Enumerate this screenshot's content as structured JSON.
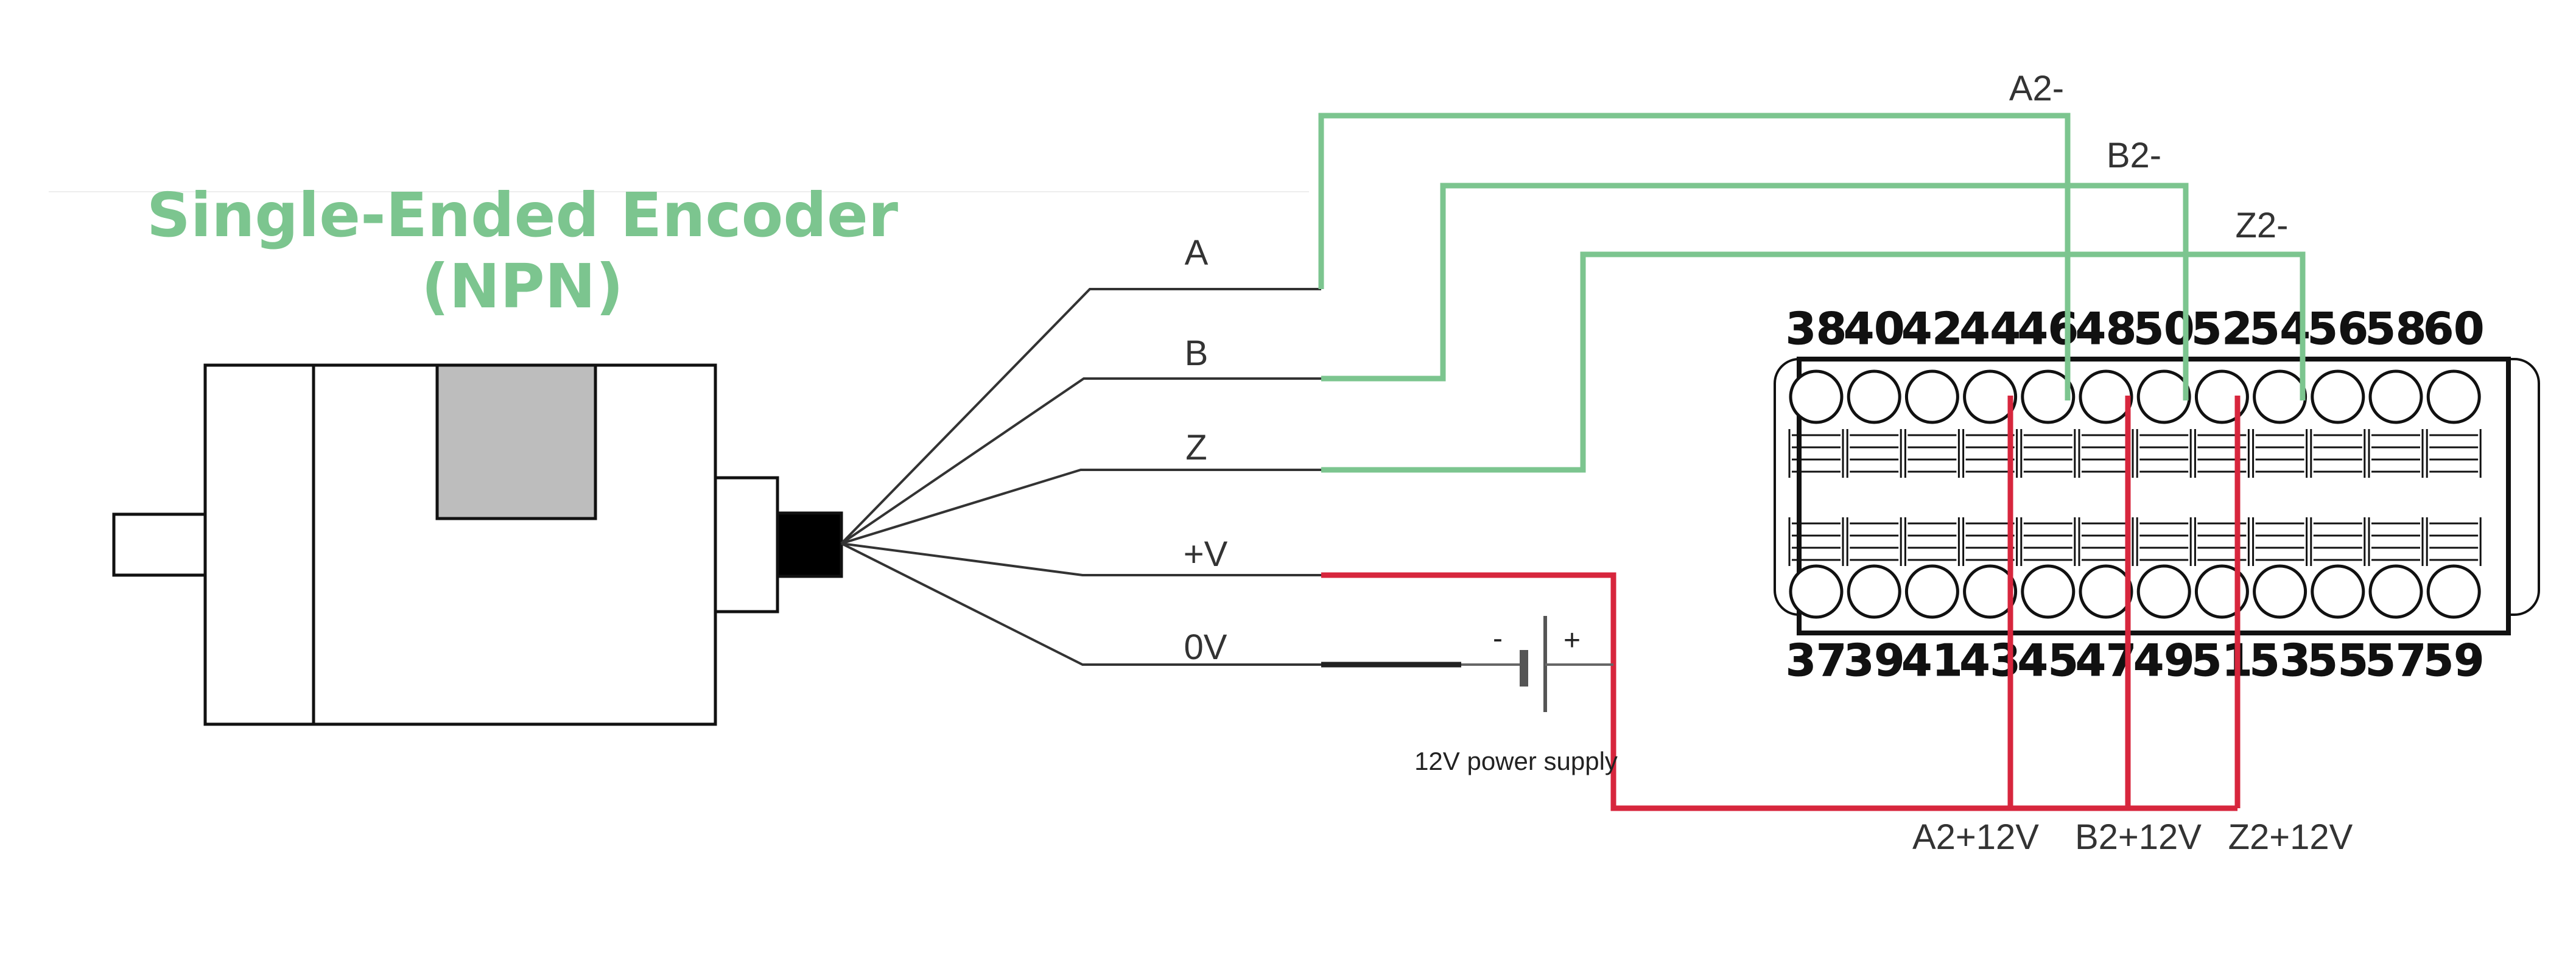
{
  "title": {
    "line1": "Single-Ended Encoder",
    "line2": "(NPN)"
  },
  "encoder_wires": {
    "a": "A",
    "b": "B",
    "z": "Z",
    "vplus": "+V",
    "zero_v": "0V"
  },
  "terminal_connections": {
    "a2_minus": "A2-",
    "b2_minus": "B2-",
    "z2_minus": "Z2-",
    "a2_plus": "A2+12V",
    "b2_plus": "B2+12V",
    "z2_plus": "Z2+12V"
  },
  "power_supply": {
    "label": "12V power supply",
    "minus": "-",
    "plus": "+"
  },
  "terminal_block": {
    "top_numbers": [
      "38",
      "40",
      "42",
      "44",
      "46",
      "48",
      "50",
      "52",
      "54",
      "56",
      "58",
      "60"
    ],
    "bottom_numbers": [
      "37",
      "39",
      "41",
      "43",
      "45",
      "47",
      "49",
      "51",
      "53",
      "55",
      "57",
      "59"
    ]
  },
  "colors": {
    "title": "#7cc58f",
    "signal_wire": "#7cc58f",
    "power_wire": "#d7263d",
    "ground_wire": "#222222",
    "encoder_cap": "#bdbdbd",
    "connector": "#000000"
  }
}
